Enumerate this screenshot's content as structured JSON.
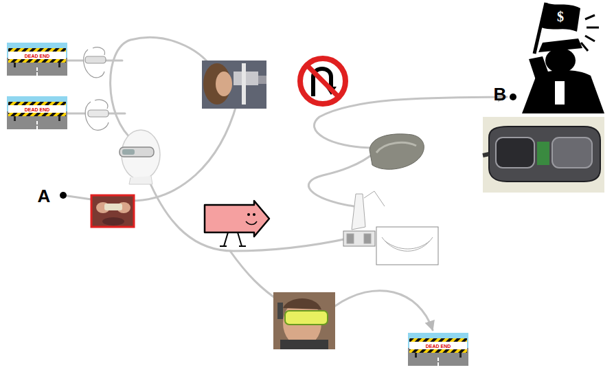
{
  "diagram": {
    "labels": [
      "A",
      "B",
      "DEAD END",
      "DEAD END",
      "DEAD END",
      "$"
    ]
  }
}
